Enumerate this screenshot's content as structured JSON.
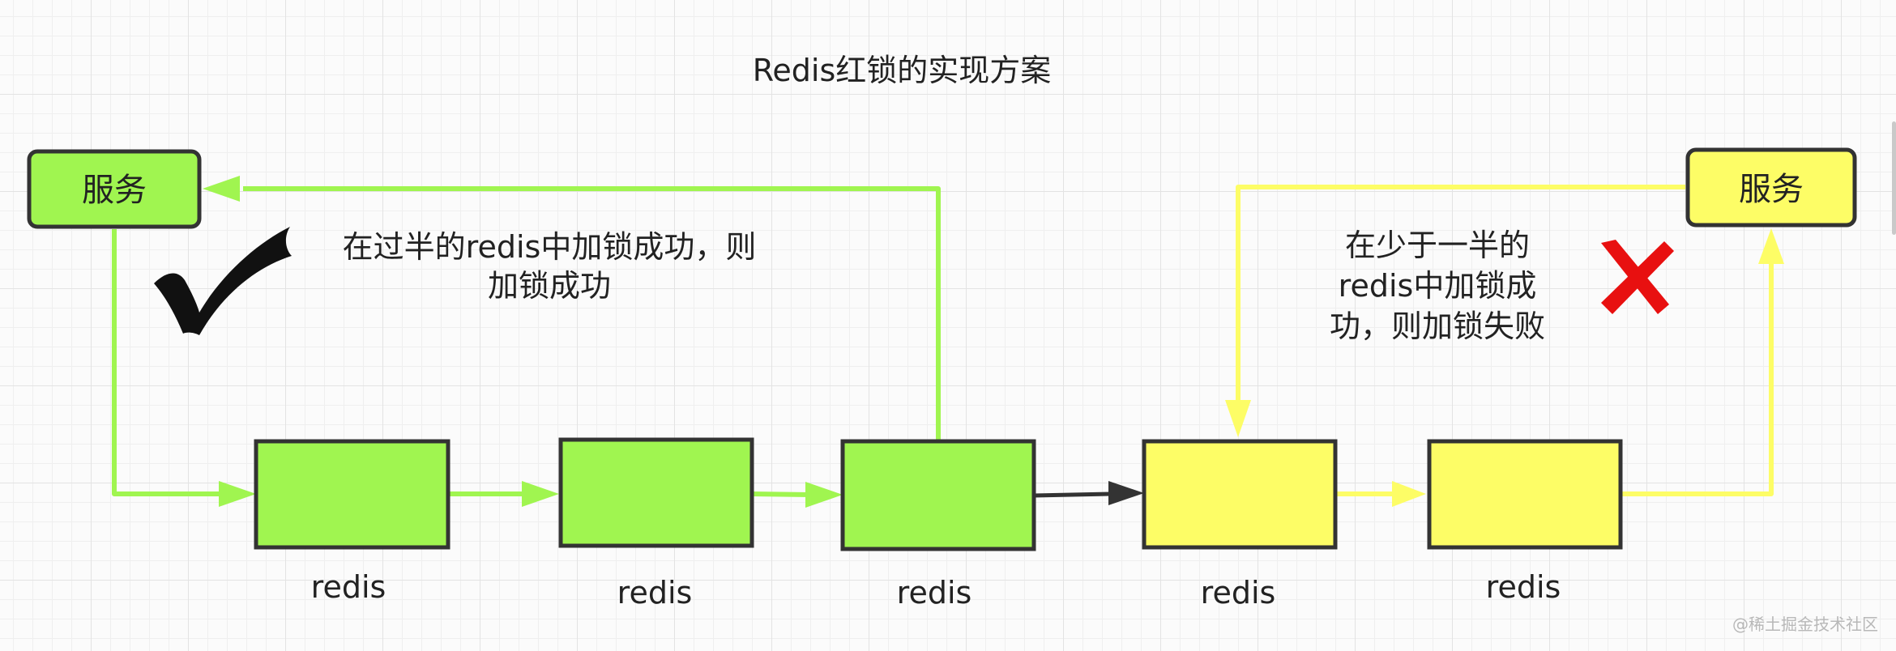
{
  "title": "Redis红锁的实现方案",
  "colors": {
    "green": "#a0f550",
    "yellow": "#fdfd66",
    "stroke": "#333333",
    "red": "#e81010"
  },
  "left_service": {
    "label": "服务"
  },
  "right_service": {
    "label": "服务"
  },
  "nodes": [
    {
      "label": "redis",
      "group": "green"
    },
    {
      "label": "redis",
      "group": "green"
    },
    {
      "label": "redis",
      "group": "green"
    },
    {
      "label": "redis",
      "group": "yellow"
    },
    {
      "label": "redis",
      "group": "yellow"
    }
  ],
  "success_note": {
    "lines": [
      "在过半的redis中加锁成功，则",
      "加锁成功"
    ],
    "icon": "checkmark-icon"
  },
  "failure_note": {
    "lines": [
      "在少于一半的",
      "redis中加锁成",
      "功，则加锁失败"
    ],
    "icon": "cross-icon"
  },
  "watermark": "@稀土掘金技术社区"
}
